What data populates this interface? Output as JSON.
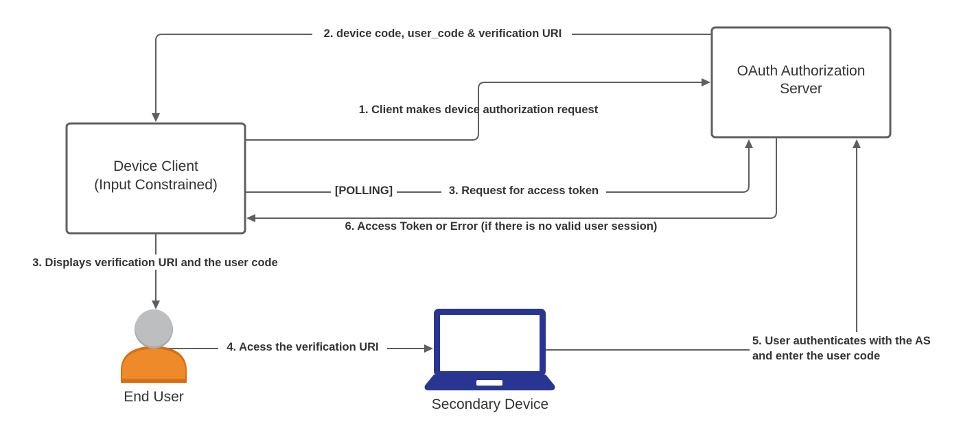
{
  "nodes": {
    "oauth_server": {
      "line1": "OAuth Authorization",
      "line2": "Server"
    },
    "device_client": {
      "line1": "Device Client",
      "line2": "(Input Constrained)"
    },
    "end_user": {
      "label": "End User"
    },
    "secondary_device": {
      "label": "Secondary Device"
    }
  },
  "edges": {
    "e1_request": "1. Client makes device authorization request",
    "e2_codes": "2. device code, user_code & verification URI",
    "e3_polling": "[POLLING]",
    "e3_token_request": "3. Request for access token",
    "e3_display": "3. Displays verification URI and the user code",
    "e4_access_uri": "4. Acess the verification URI",
    "e5_line1": "5. User authenticates with the AS",
    "e5_line2": "and enter the user code",
    "e6_response": "6. Access Token or Error (if there is no valid user session)"
  },
  "colors": {
    "line": "#5f5f5f",
    "text": "#333333",
    "user_head": "#bcbec0",
    "user_body": "#ef8a2a",
    "laptop": "#283593"
  }
}
